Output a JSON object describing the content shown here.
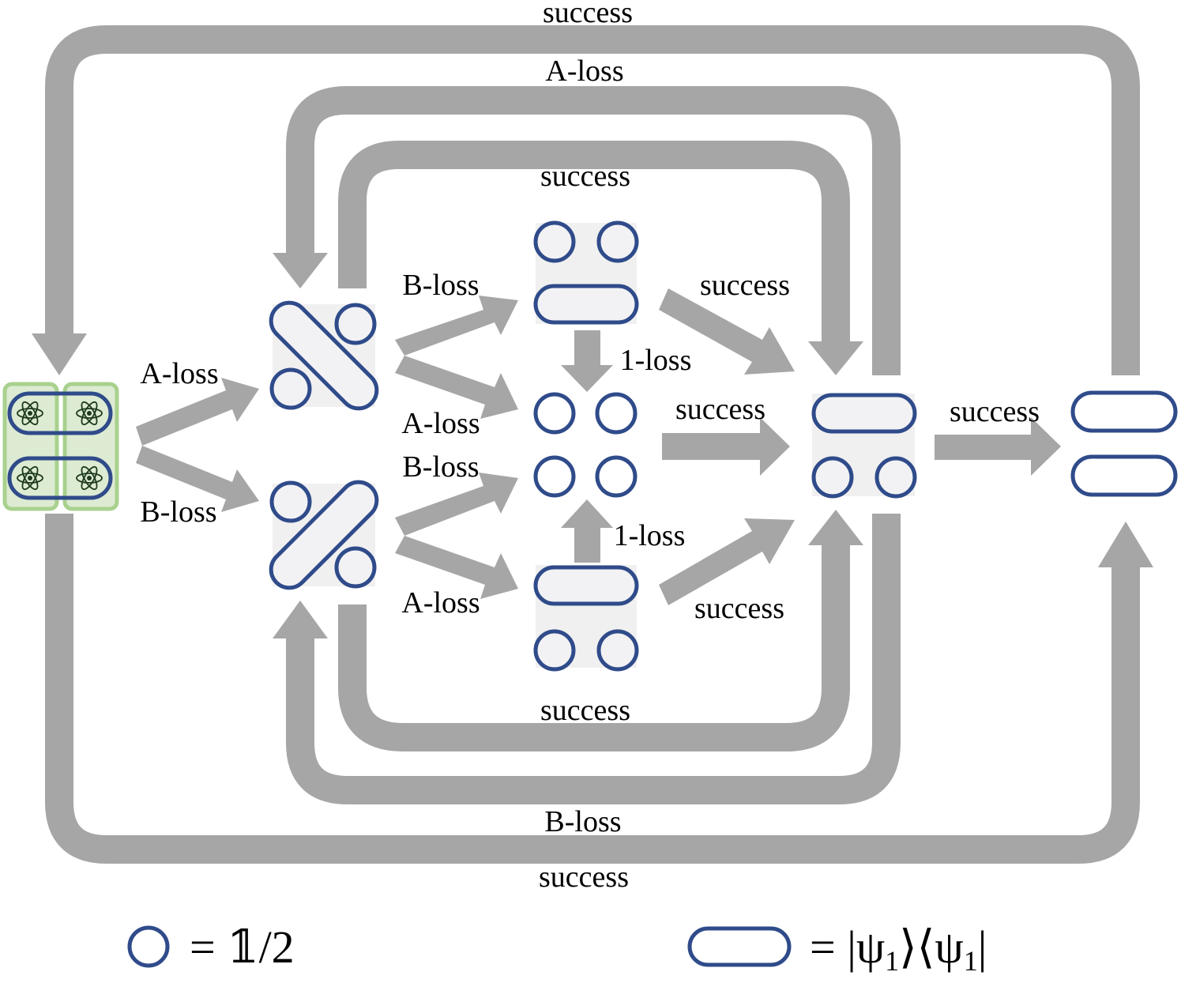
{
  "colors": {
    "arrow": "#a6a6a6",
    "state_outline": "#2f4b8a",
    "state_fill": "#f2f2f4",
    "panel": "#f0f0f0",
    "green_border": "#a9d18e",
    "green_fill": "#dcebd2",
    "atom": "#1e3a1e"
  },
  "labels": {
    "top_success": "success",
    "top_aloss": "A-loss",
    "inner_top_success": "success",
    "aloss_left": "A-loss",
    "bloss_left": "B-loss",
    "bloss_upper": "B-loss",
    "aloss_upper": "A-loss",
    "bloss_lower": "B-loss",
    "aloss_lower": "A-loss",
    "one_loss_top": "1-loss",
    "one_loss_bottom": "1-loss",
    "success_upper_right": "success",
    "success_middle": "success",
    "success_lower_right": "success",
    "success_final": "success",
    "inner_bottom_success": "success",
    "bottom_bloss": "B-loss",
    "bottom_success": "success"
  },
  "legend": {
    "circle_eq": "= 𝟙/2",
    "pill_eq": "= |ψ",
    "pill_sub1": "1",
    "pill_mid": "⟩⟨ψ",
    "pill_sub2": "1",
    "pill_end": "|"
  },
  "icons": {
    "atom": "atom-icon"
  }
}
